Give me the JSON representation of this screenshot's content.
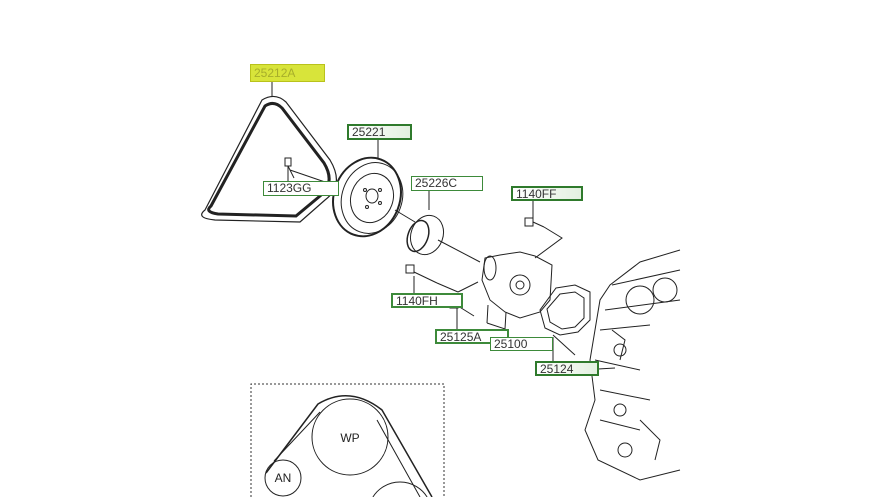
{
  "parts": {
    "belt": "25212A",
    "pulley": "25221",
    "pulley_bolt": "1123GG",
    "idler": "25226C",
    "bolt_ff": "1140FF",
    "bolt_fh": "1140FH",
    "bolt_125a": "25125A",
    "water_pump": "25100",
    "gasket": "25124"
  },
  "belt_layout": {
    "wp": "WP",
    "an": "AN"
  },
  "colors": {
    "highlight": "#d8e43a",
    "label_border": "#3d8a3a"
  }
}
